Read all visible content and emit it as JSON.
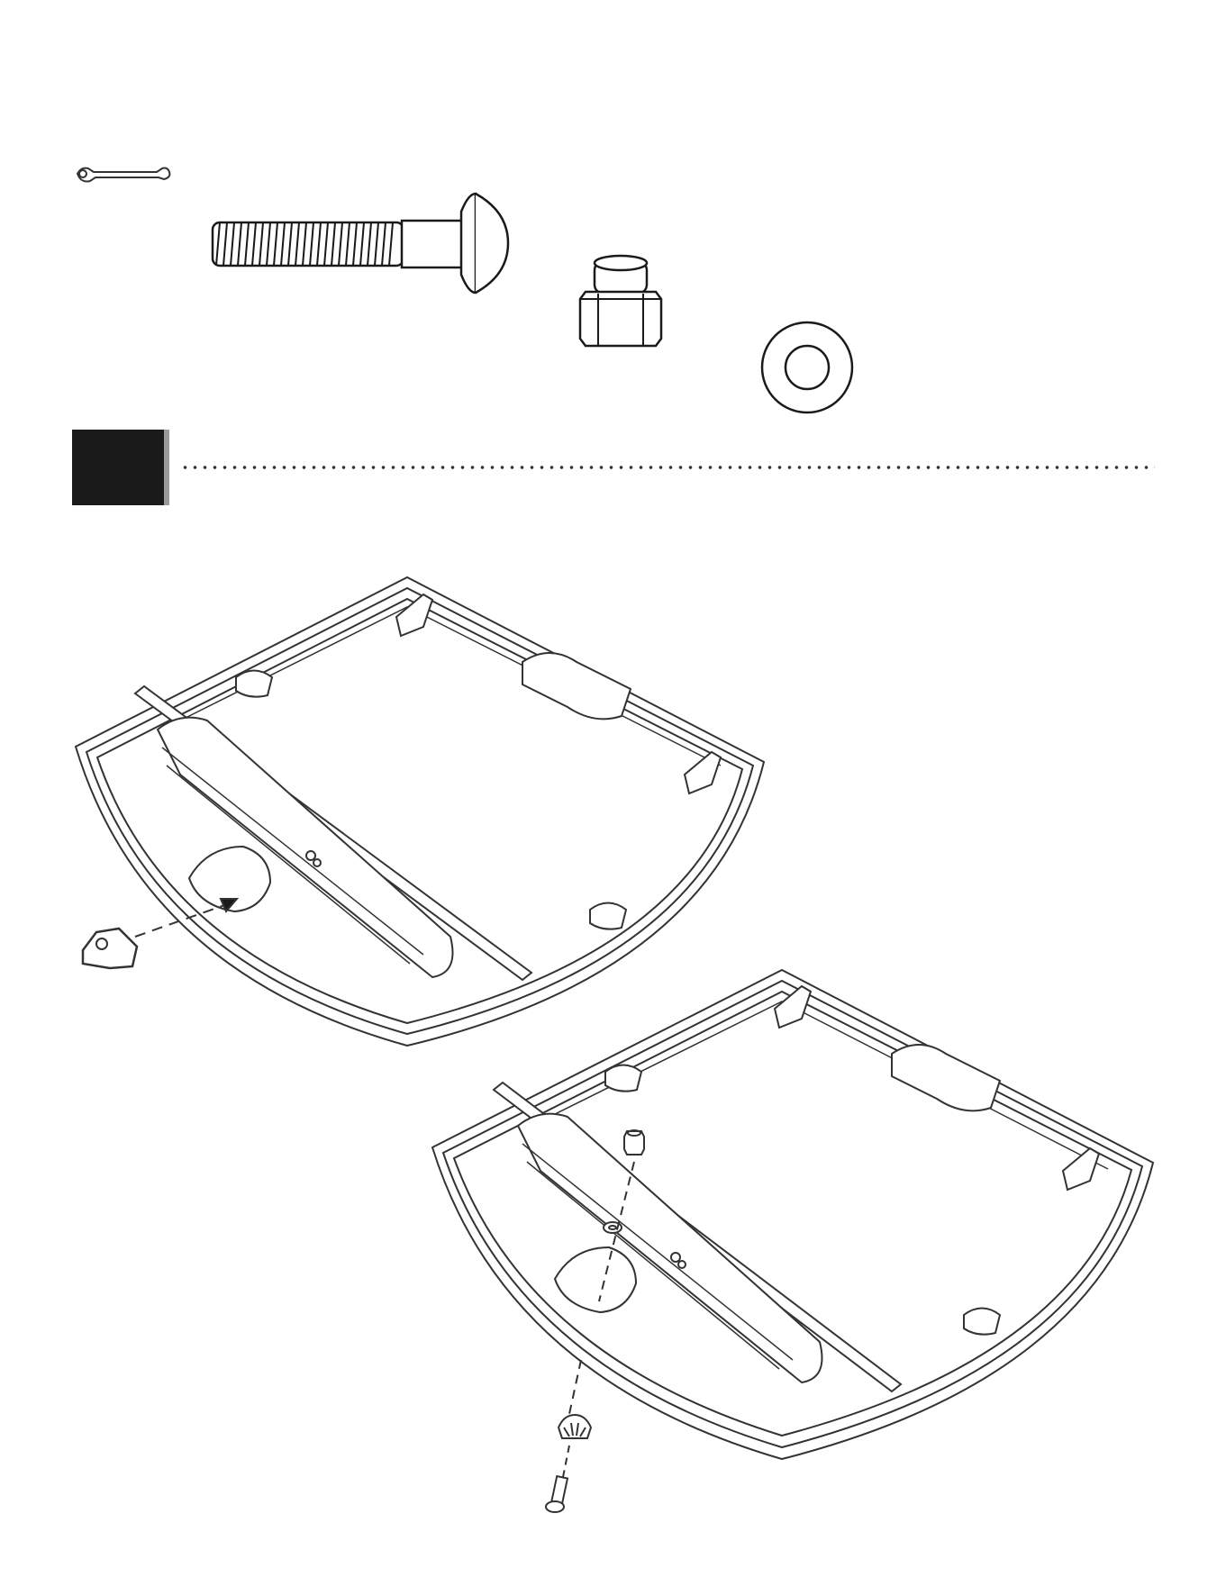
{
  "page": {
    "step_number": "",
    "hardware": [
      {
        "name": "wrench",
        "icon": "wrench-icon"
      },
      {
        "name": "bolt",
        "icon": "bolt-icon"
      },
      {
        "name": "lock-nut",
        "icon": "hex-nut-icon"
      },
      {
        "name": "washer",
        "icon": "washer-icon"
      }
    ],
    "colors": {
      "ink": "#1a1a1a",
      "line": "#333333",
      "shade": "#d9d9d9",
      "badge": "#1a1a1a",
      "badge_shadow": "#9a9a9a"
    }
  }
}
